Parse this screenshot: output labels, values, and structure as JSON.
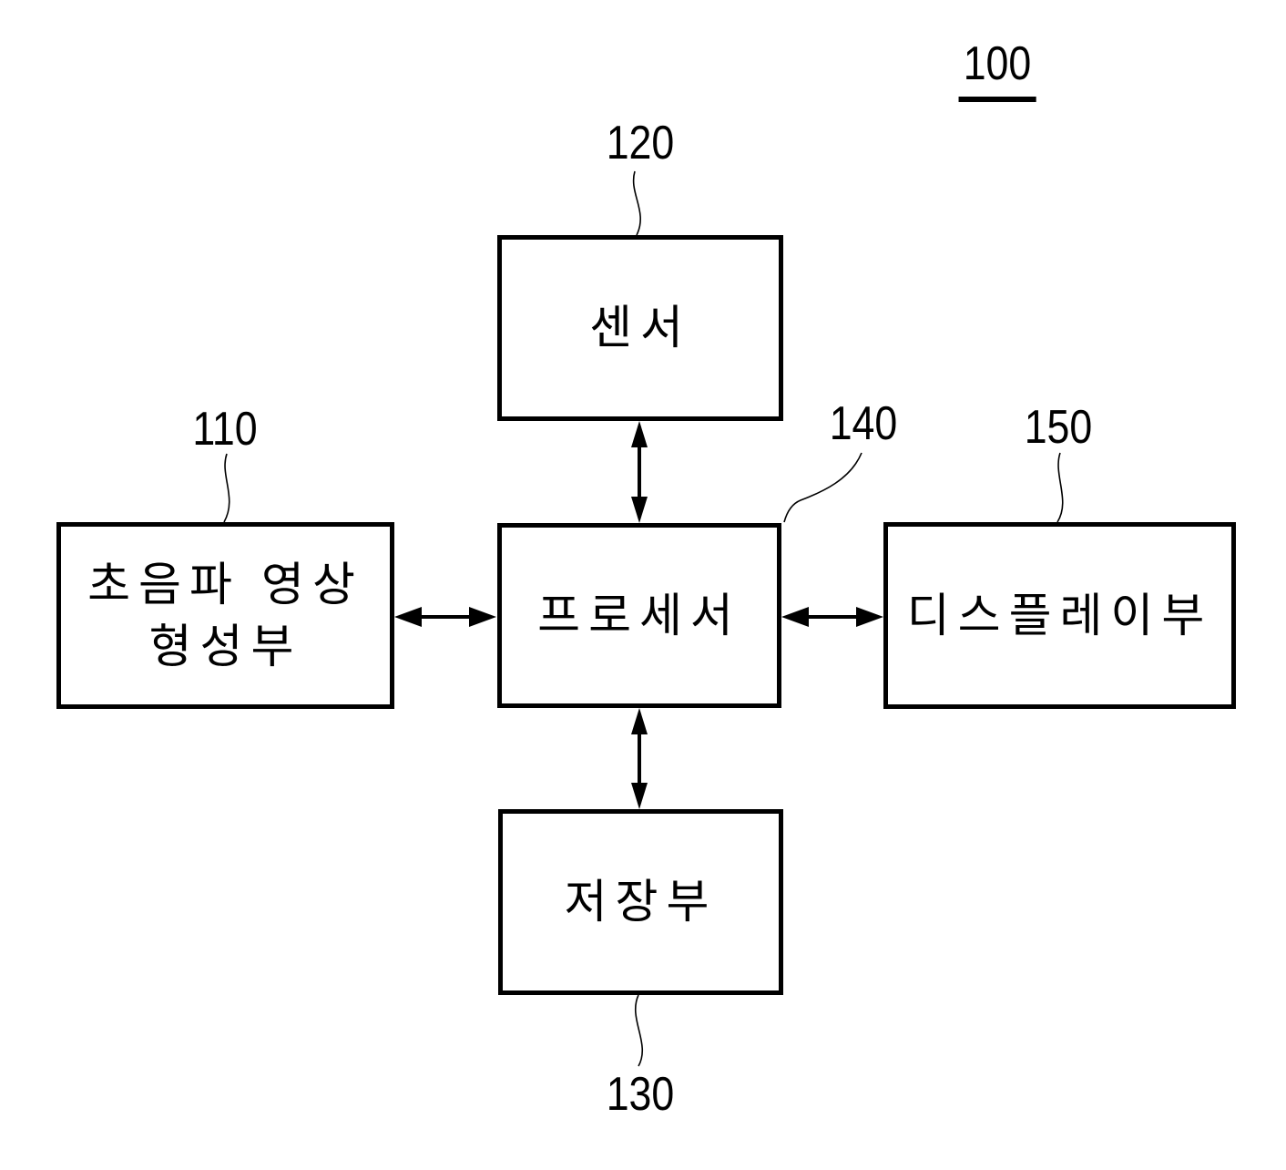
{
  "figure": {
    "number": "100"
  },
  "nodes": {
    "sensor": {
      "ref": "120",
      "label": "센서"
    },
    "ultrasound": {
      "ref": "110",
      "label": "초음파 영상 형성부",
      "line1": "초음파 영상",
      "line2": "형성부"
    },
    "processor": {
      "ref": "140",
      "label": "프로세서"
    },
    "display": {
      "ref": "150",
      "label": "디스플레이부"
    },
    "storage": {
      "ref": "130",
      "label": "저장부"
    }
  },
  "connections": [
    {
      "from": "processor",
      "to": "sensor",
      "type": "bidirectional-arrow"
    },
    {
      "from": "processor",
      "to": "ultrasound",
      "type": "bidirectional-arrow"
    },
    {
      "from": "processor",
      "to": "display",
      "type": "bidirectional-arrow"
    },
    {
      "from": "processor",
      "to": "storage",
      "type": "bidirectional-arrow"
    }
  ],
  "colors": {
    "line": "#000000",
    "background": "#ffffff"
  }
}
